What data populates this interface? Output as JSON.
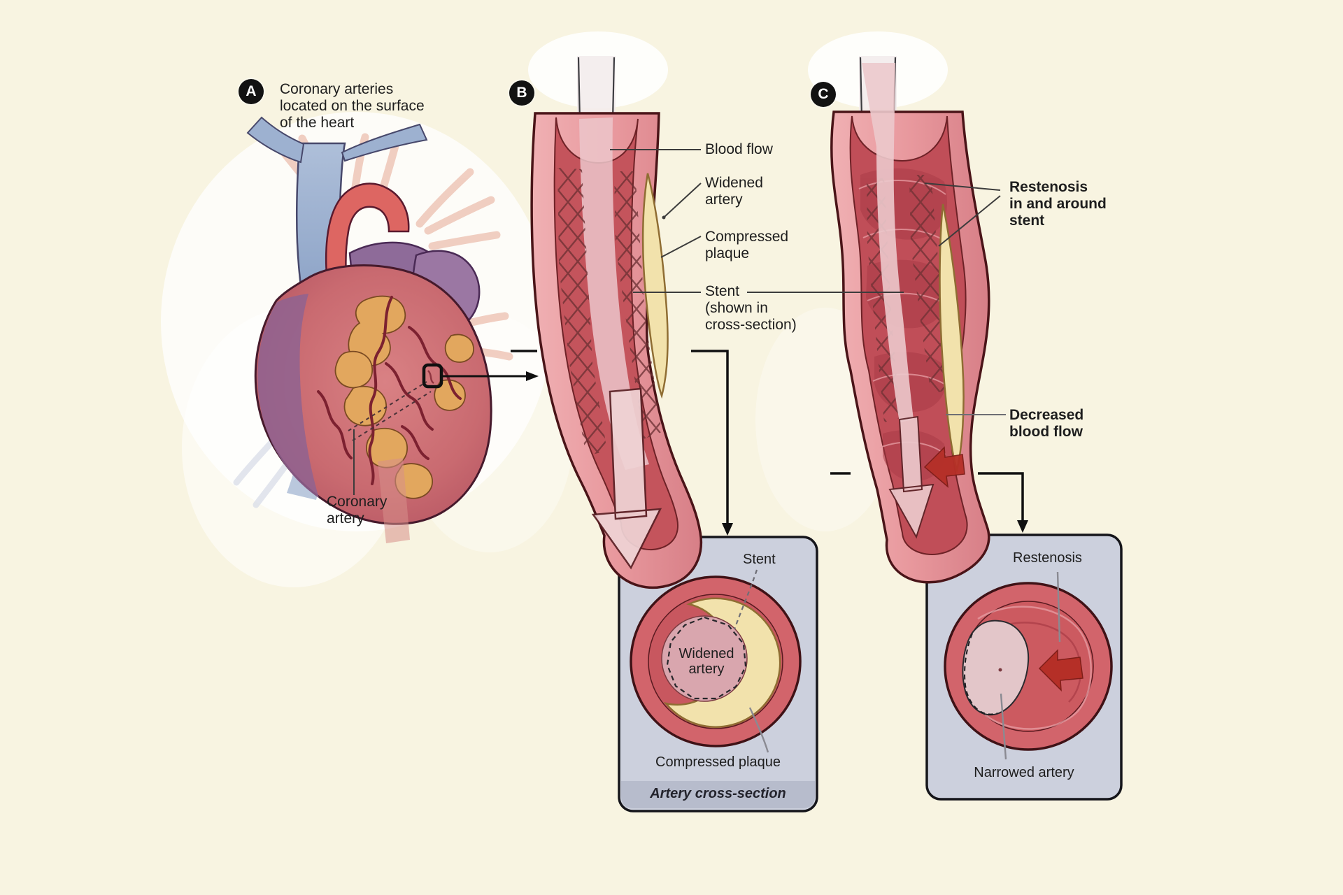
{
  "figure": {
    "subject": "Coronary artery stent placement and restenosis diagram"
  },
  "panels": {
    "a": {
      "letter": "A",
      "caption": "Coronary arteries\nlocated on the surface\nof the heart",
      "coronary_artery_label": "Coronary\nartery"
    },
    "b": {
      "letter": "B",
      "labels": {
        "blood_flow": "Blood flow",
        "widened_artery": "Widened\nartery",
        "compressed_plaque": "Compressed\nplaque",
        "stent": "Stent\n(shown in\ncross-section)"
      }
    },
    "c": {
      "letter": "C",
      "labels": {
        "restenosis": "Restenosis\nin and around\nstent",
        "decreased_blood_flow": "Decreased\nblood flow"
      }
    }
  },
  "insets": {
    "b": {
      "stent": "Stent",
      "widened_artery": "Widened\nartery",
      "compressed_plaque": "Compressed plaque",
      "footer": "Artery cross-section"
    },
    "c": {
      "restenosis": "Restenosis",
      "narrowed_artery": "Narrowed artery"
    }
  },
  "colors": {
    "background": "#f8f4e1",
    "artery_wall": "#e8989d",
    "artery_lumen": "#c4545c",
    "plaque_yellow": "#f2e2ac",
    "stent_mesh": "#6b2f33",
    "inset_background": "#ccd0dd",
    "inset_footer_band": "#b7bccc",
    "heart_red": "#cf6f72",
    "vein_blue": "#93a9cb",
    "pulmonary_purple": "#8e6b99",
    "fat_orange": "#e2a75e",
    "flow_arrow_red": "#b52f27",
    "text": "#1e1e1e",
    "badge": "#121212"
  }
}
